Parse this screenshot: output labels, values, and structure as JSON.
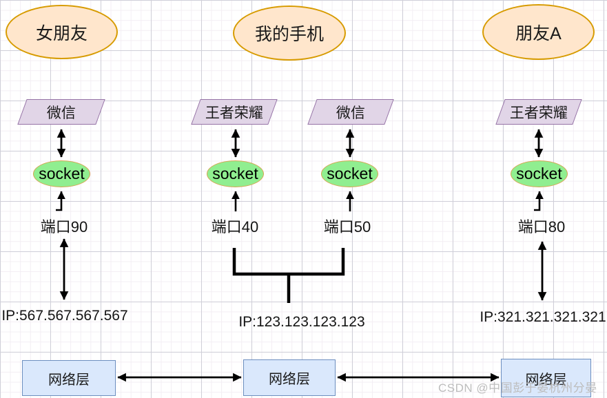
{
  "diagram": {
    "devices": [
      {
        "name": "女朋友"
      },
      {
        "name": "我的手机"
      },
      {
        "name": "朋友A"
      }
    ],
    "columns": [
      {
        "app": "微信",
        "socket": "socket",
        "port": "端口90"
      },
      {
        "app": "王者荣耀",
        "socket": "socket",
        "port": "端口40"
      },
      {
        "app": "微信",
        "socket": "socket",
        "port": "端口50"
      },
      {
        "app": "王者荣耀",
        "socket": "socket",
        "port": "端口80"
      }
    ],
    "ips": [
      {
        "label": "IP:567.567.567.567"
      },
      {
        "label": "IP:123.123.123.123"
      },
      {
        "label": "IP:321.321.321.321"
      }
    ],
    "network_layers": [
      {
        "label": "网络层"
      },
      {
        "label": "网络层"
      },
      {
        "label": "网络层"
      }
    ],
    "watermark": "CSDN @中国彭于晏杭州分晏",
    "colors": {
      "device_fill": "#FFE6CC",
      "device_stroke": "#D79B00",
      "app_fill": "#E1D5E7",
      "app_stroke": "#9673A6",
      "socket_fill": "#90EE90",
      "socket_stroke": "#D6A550",
      "network_fill": "#DAE8FC",
      "network_stroke": "#6C8EBF",
      "connector": "#000000"
    }
  }
}
